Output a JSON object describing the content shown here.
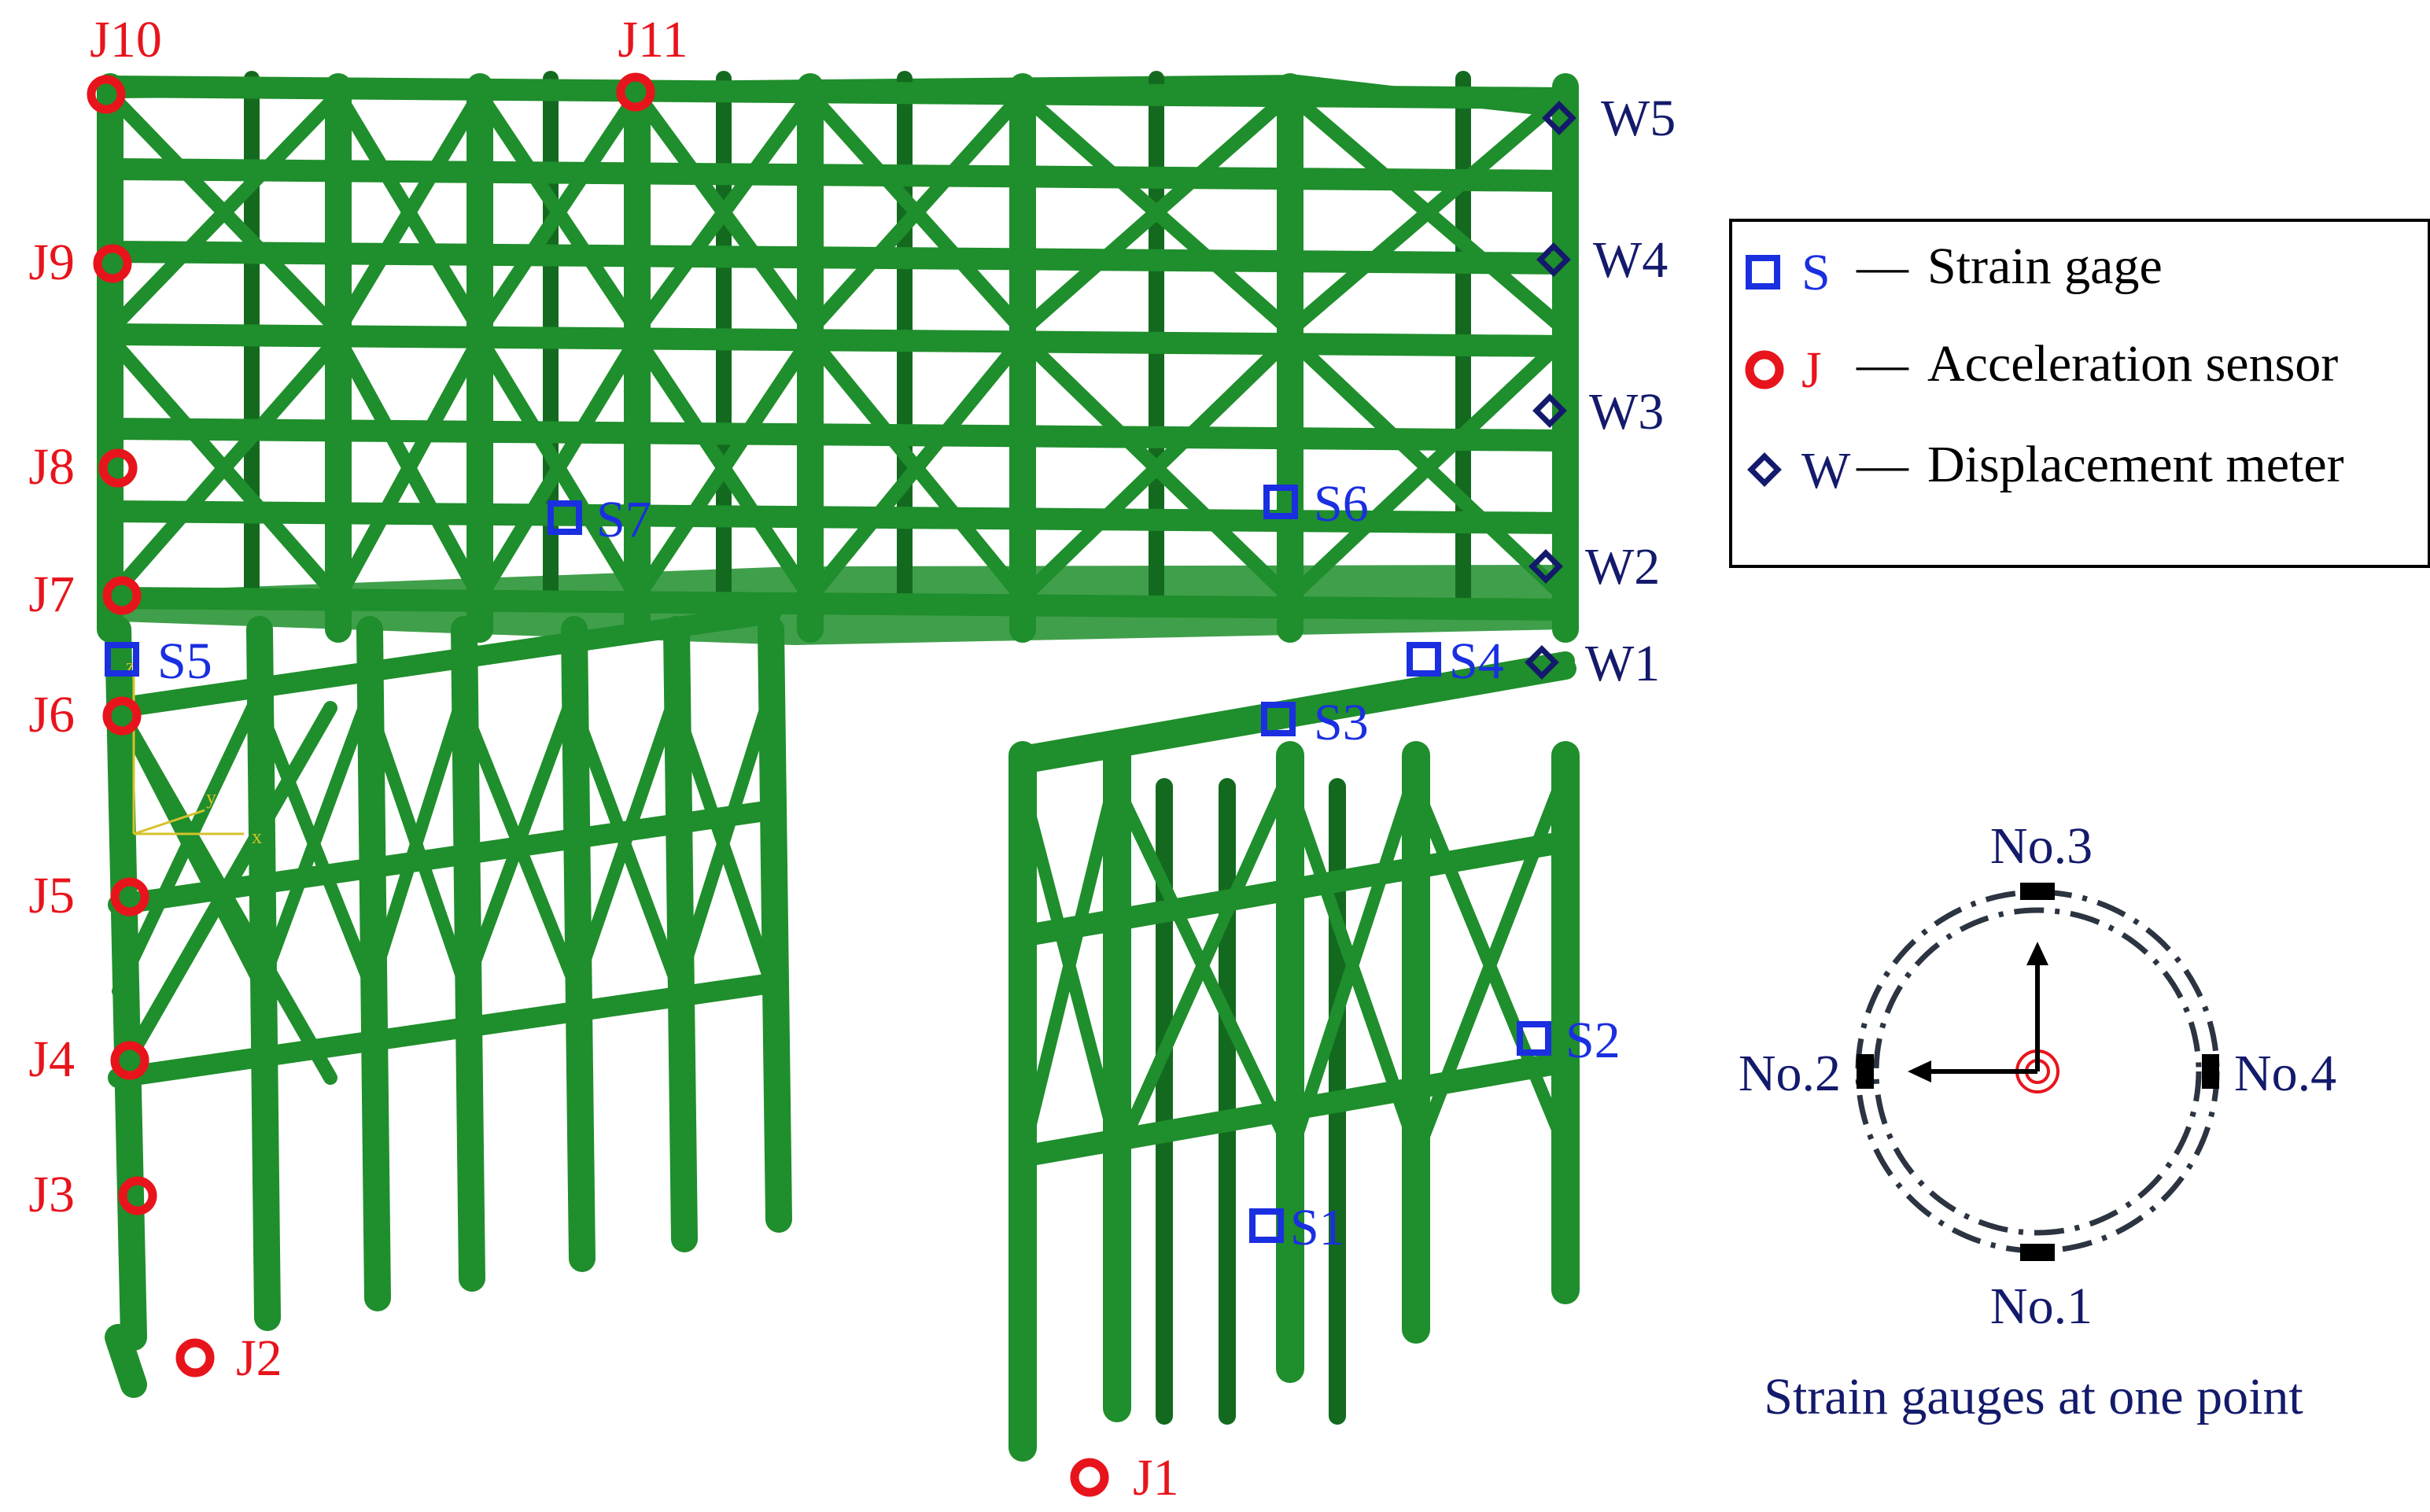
{
  "colors": {
    "structure": "#1f8e2c",
    "structure_dark": "#136a1f",
    "acceleration": "#e8141c",
    "strain": "#1a2fe0",
    "displacement": "#141a6b",
    "ring": "#2b3440"
  },
  "sensors": {
    "acceleration": [
      "J1",
      "J2",
      "J3",
      "J4",
      "J5",
      "J6",
      "J7",
      "J8",
      "J9",
      "J10",
      "J11"
    ],
    "strain": [
      "S1",
      "S2",
      "S3",
      "S4",
      "S5",
      "S6",
      "S7"
    ],
    "displacement": [
      "W1",
      "W2",
      "W3",
      "W4",
      "W5"
    ]
  },
  "legend": {
    "items": [
      {
        "symbol": "S",
        "dash": "—",
        "text": "Strain gage",
        "icon": "square"
      },
      {
        "symbol": "J",
        "dash": "—",
        "text": "Acceleration sensor",
        "icon": "circle"
      },
      {
        "symbol": "W",
        "dash": "—",
        "text": "Displacement meter",
        "icon": "diamond"
      }
    ]
  },
  "gauge_diagram": {
    "labels": [
      "No.1",
      "No.2",
      "No.3",
      "No.4"
    ],
    "caption": "Strain gauges at one point"
  },
  "axis_triad": {
    "x": "x",
    "y": "y",
    "z": "z"
  }
}
